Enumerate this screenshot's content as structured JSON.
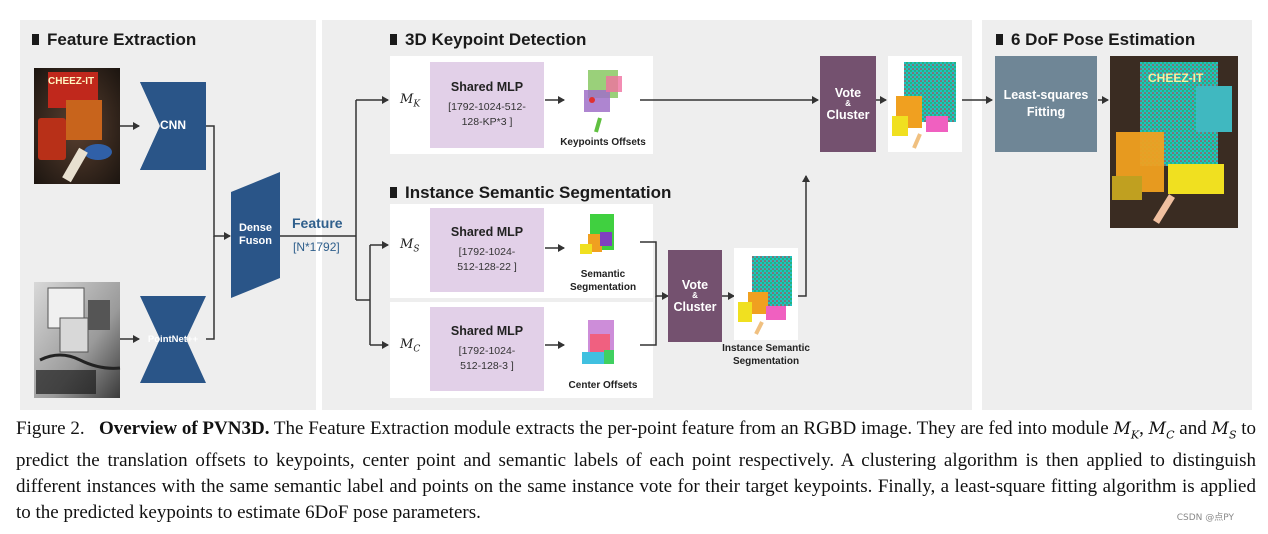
{
  "sections": {
    "feature_extraction": "Feature Extraction",
    "keypoint_detection": "3D Keypoint Detection",
    "instance_segmentation": "Instance Semantic Segmentation",
    "pose_estimation": "6 DoF Pose Estimation"
  },
  "networks": {
    "cnn": "CNN",
    "pointnet": "PointNet++",
    "dense_fusion_line1": "Dense",
    "dense_fusion_line2": "Fuson"
  },
  "feature": {
    "label": "Feature",
    "dims": "[N*1792]"
  },
  "modules": {
    "keypoint": {
      "symbol": "M",
      "subscript": "K",
      "title": "Shared MLP",
      "spec": "[1792-1024-512-\n128-KP*3 ]",
      "output": "Keypoints Offsets"
    },
    "semantic": {
      "symbol": "M",
      "subscript": "S",
      "title": "Shared MLP",
      "spec": "[1792-1024-\n512-128-22 ]",
      "output_line1": "Semantic",
      "output_line2": "Segmentation"
    },
    "center": {
      "symbol": "M",
      "subscript": "C",
      "title": "Shared MLP",
      "spec": "[1792-1024-\n512-128-3 ]",
      "output": "Center Offsets"
    }
  },
  "vote_cluster": {
    "line1": "Vote",
    "amp": "&",
    "line2": "Cluster"
  },
  "instance_output": {
    "line1": "Instance Semantic",
    "line2": "Segmentation"
  },
  "least_squares": {
    "line1": "Least-squares",
    "line2": "Fitting"
  },
  "input_image_text": "CHEEZ-IT",
  "result_image_text": "CHEEZ-IT",
  "caption": {
    "fig_label": "Figure 2.",
    "bold_title": "Overview of PVN3D.",
    "text_part1": "The Feature Extraction module extracts the per-point feature from an RGBD image. They are fed into module",
    "m_k_symbol": "M",
    "m_k_sub": "K",
    "sep1": ",",
    "m_c_symbol": "M",
    "m_c_sub": "C",
    "and_word": "and",
    "m_s_symbol": "M",
    "m_s_sub": "S",
    "text_part2": "to predict the translation offsets to keypoints, center point and semantic labels of each point respectively. A clustering algorithm is then applied to distinguish different instances with the same semantic label and points on the same instance vote for their target keypoints. Finally, a least-square fitting algorithm is applied to the predicted keypoints to estimate 6DoF pose parameters."
  },
  "watermark": "CSDN @点PY",
  "colors": {
    "network_blue": "#2a5588",
    "mlp_purple": "#e2d0e8",
    "vote_purple": "#74516f",
    "lsq_slate": "#6f8696",
    "panel_gray": "#eeeeee",
    "feature_text": "#2f5f8c"
  }
}
